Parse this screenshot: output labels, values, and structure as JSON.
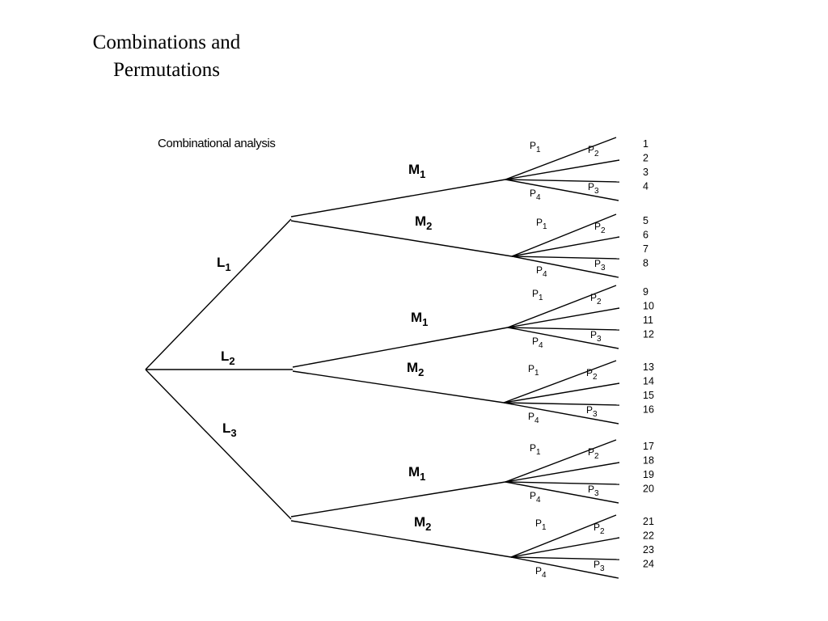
{
  "title": {
    "line1": "Combinations and",
    "line2": "Permutations"
  },
  "caption": "Combinational analysis",
  "tree": {
    "level1": [
      {
        "base": "L",
        "sub": "1"
      },
      {
        "base": "L",
        "sub": "2"
      },
      {
        "base": "L",
        "sub": "3"
      }
    ],
    "level2": [
      {
        "base": "M",
        "sub": "1"
      },
      {
        "base": "M",
        "sub": "2"
      }
    ],
    "level3": [
      {
        "base": "P",
        "sub": "1"
      },
      {
        "base": "P",
        "sub": "2"
      },
      {
        "base": "P",
        "sub": "3"
      },
      {
        "base": "P",
        "sub": "4"
      }
    ],
    "outcomes": [
      "1",
      "2",
      "3",
      "4",
      "5",
      "6",
      "7",
      "8",
      "9",
      "10",
      "11",
      "12",
      "13",
      "14",
      "15",
      "16",
      "17",
      "18",
      "19",
      "20",
      "21",
      "22",
      "23",
      "24"
    ]
  }
}
